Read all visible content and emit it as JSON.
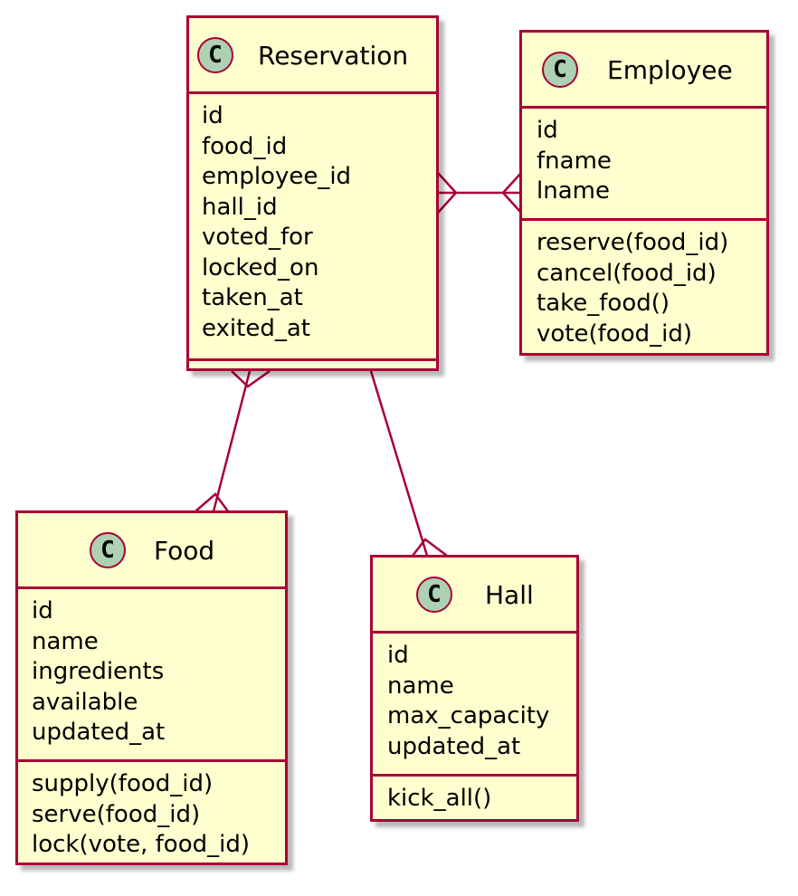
{
  "badge_letter": "C",
  "colors": {
    "box_fill": "#FEFECE",
    "border": "#A80036",
    "badge_fill": "#ADD1B2"
  },
  "classes": {
    "reservation": {
      "name": "Reservation",
      "attributes": [
        "id",
        "food_id",
        "employee_id",
        "hall_id",
        "voted_for",
        "locked_on",
        "taken_at",
        "exited_at"
      ],
      "methods": []
    },
    "employee": {
      "name": "Employee",
      "attributes": [
        "id",
        "fname",
        "lname"
      ],
      "methods": [
        "reserve(food_id)",
        "cancel(food_id)",
        "take_food()",
        "vote(food_id)"
      ]
    },
    "food": {
      "name": "Food",
      "attributes": [
        "id",
        "name",
        "ingredients",
        "available",
        "updated_at"
      ],
      "methods": [
        "supply(food_id)",
        "serve(food_id)",
        "lock(vote, food_id)"
      ]
    },
    "hall": {
      "name": "Hall",
      "attributes": [
        "id",
        "name",
        "max_capacity",
        "updated_at"
      ],
      "methods": [
        "kick_all()"
      ]
    }
  },
  "relations": [
    {
      "from": "Reservation",
      "to": "Employee",
      "from_end": "many",
      "to_end": "many"
    },
    {
      "from": "Reservation",
      "to": "Food",
      "from_end": "many",
      "to_end": "many"
    },
    {
      "from": "Reservation",
      "to": "Hall",
      "from_end": "none",
      "to_end": "many"
    }
  ]
}
